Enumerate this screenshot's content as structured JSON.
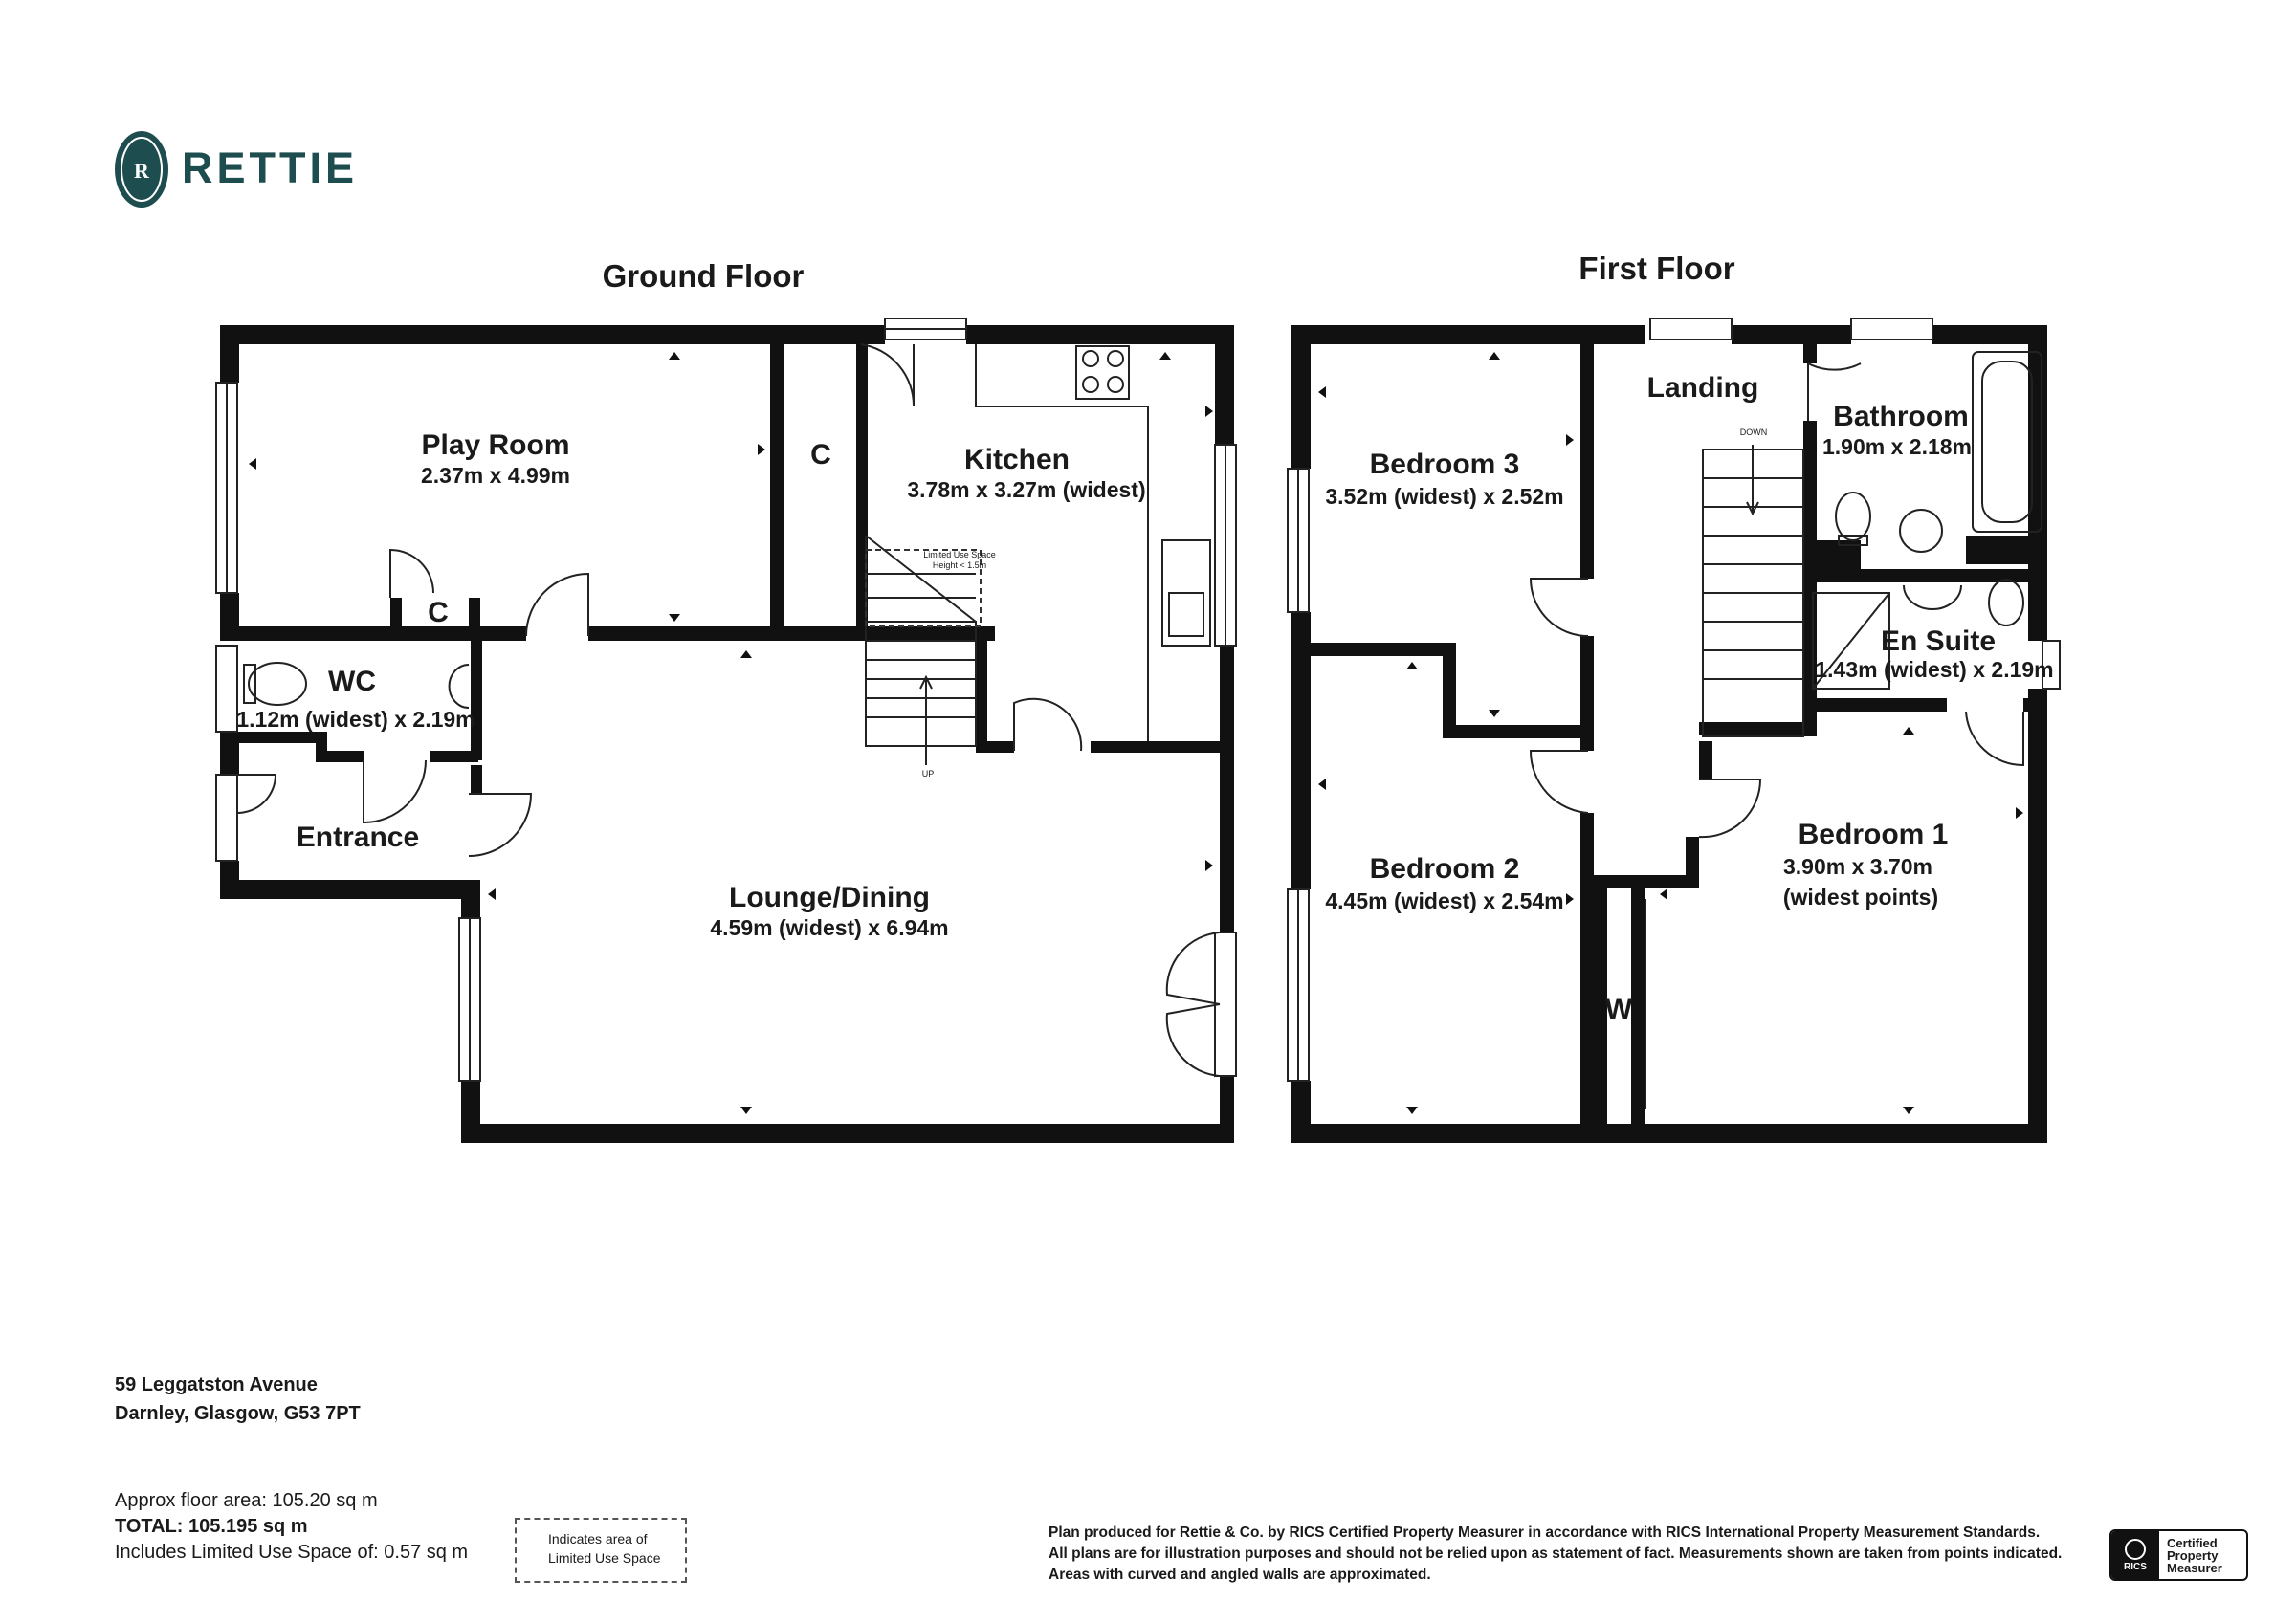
{
  "brand": {
    "name": "RETTIE",
    "color": "#1e4d4f"
  },
  "floors": {
    "ground": {
      "title": "Ground Floor"
    },
    "first": {
      "title": "First Floor"
    }
  },
  "rooms": {
    "play_room": {
      "name": "Play Room",
      "dims": "2.37m x 4.99m"
    },
    "kitchen": {
      "name": "Kitchen",
      "dims": "3.78m x 3.27m (widest)"
    },
    "cupboard_kitchen": {
      "name": "C"
    },
    "cupboard_hall": {
      "name": "C"
    },
    "wc": {
      "name": "WC",
      "dims": "1.12m (widest) x 2.19m"
    },
    "entrance": {
      "name": "Entrance"
    },
    "lounge": {
      "name": "Lounge/Dining",
      "dims": "4.59m (widest) x 6.94m"
    },
    "limited_use": {
      "line1": "Limited Use Space",
      "line2": "Height < 1.5m"
    },
    "stairs_up": {
      "label": "UP"
    },
    "bedroom3": {
      "name": "Bedroom 3",
      "dims": "3.52m (widest) x 2.52m"
    },
    "landing": {
      "name": "Landing"
    },
    "stairs_down": {
      "label": "DOWN"
    },
    "bathroom": {
      "name": "Bathroom",
      "dims": "1.90m x 2.18m"
    },
    "ensuite": {
      "name": "En Suite",
      "dims": "1.43m (widest) x 2.19m"
    },
    "bedroom2": {
      "name": "Bedroom 2",
      "dims": "4.45m (widest) x 2.54m"
    },
    "bedroom1": {
      "name": "Bedroom 1",
      "dims": "3.90m x 3.70m",
      "note": "(widest points)"
    },
    "wardrobe": {
      "name": "W"
    }
  },
  "address": {
    "line1": "59 Leggatston Avenue",
    "line2": "Darnley, Glasgow, G53 7PT"
  },
  "areas": {
    "approx": "Approx floor area: 105.20 sq m",
    "total": "TOTAL: 105.195 sq m",
    "limited": "Includes Limited Use Space of: 0.57 sq m"
  },
  "legend": {
    "line1": "Indicates area of",
    "line2": "Limited Use Space"
  },
  "disclaimer": {
    "line1": "Plan produced for Rettie & Co. by RICS Certified Property Measurer in accordance with RICS International Property Measurement Standards.",
    "line2": "All plans are for illustration purposes and should not be relied upon as statement of fact.  Measurements shown are taken from points indicated.",
    "line3": "Areas with curved and angled walls are approximated."
  },
  "rics": {
    "seal": "RICS",
    "line1": "Certified",
    "line2": "Property",
    "line3": "Measurer"
  }
}
